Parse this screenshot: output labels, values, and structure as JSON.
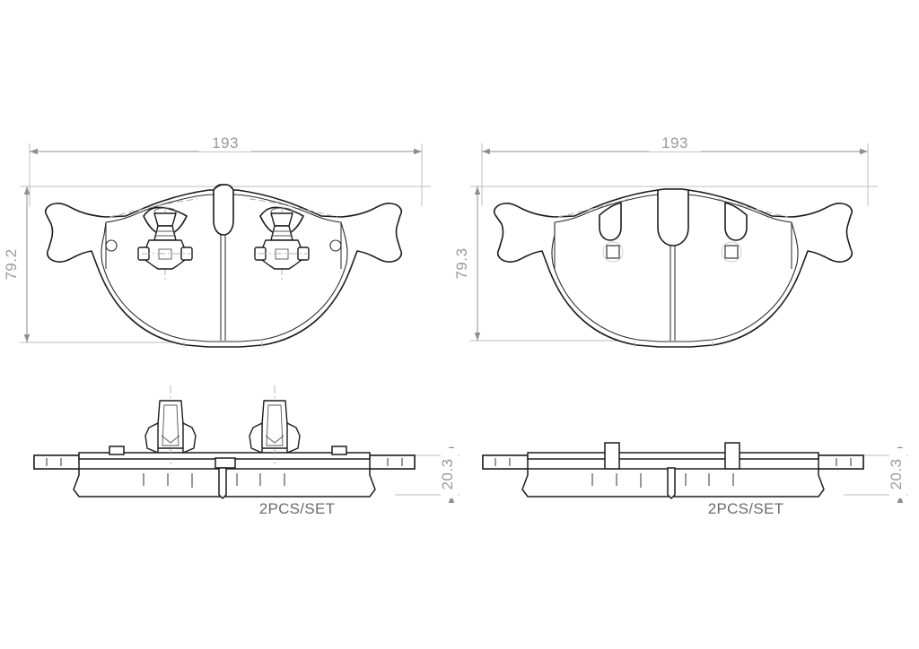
{
  "drawing": {
    "type": "engineering-drawing",
    "subject": "disc brake pad set",
    "background_color": "#ffffff",
    "line_color": "#1c1c1c",
    "dimension_color": "#9a9a9a",
    "note_color": "#6b6b6b",
    "views": [
      {
        "id": "left-pad-front-view",
        "name": "Left brake pad - face view with wear sensor clips",
        "dimensions": {
          "width_label": "193",
          "height_label": "79.2"
        },
        "features": {
          "sensor_clips": 2,
          "locator_circles": 2,
          "center_divider": true
        }
      },
      {
        "id": "right-pad-front-view",
        "name": "Right brake pad - face view with square marks",
        "dimensions": {
          "width_label": "193",
          "height_label": "79.3"
        },
        "features": {
          "square_marks": 2,
          "center_divider": true
        }
      },
      {
        "id": "left-pad-side-view",
        "name": "Left brake pad - edge view with clips",
        "dimensions": {
          "thickness_label": "20.3"
        },
        "note": "2PCS/SET"
      },
      {
        "id": "right-pad-side-view",
        "name": "Right brake pad - edge view",
        "dimensions": {
          "thickness_label": "20.3"
        },
        "note": "2PCS/SET"
      }
    ]
  },
  "labels": {
    "left_width": "193",
    "left_height": "79.2",
    "right_width": "193",
    "right_height": "79.3",
    "left_thickness": "20.3",
    "right_thickness": "20.3",
    "left_set_note": "2PCS/SET",
    "right_set_note": "2PCS/SET"
  }
}
